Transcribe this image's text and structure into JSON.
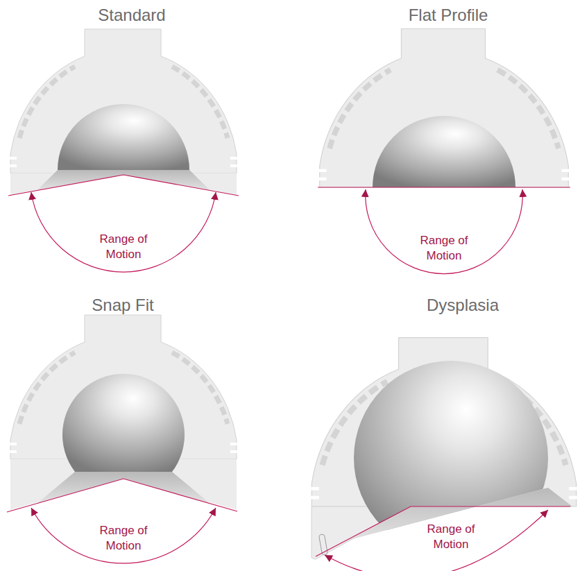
{
  "diagram": {
    "labels": [
      "Standard",
      "Flat Profile",
      "Range of Motion",
      "Range of Motion",
      "Snap Fit",
      "Dysplasia",
      "Range of Motion",
      "Range of Motion"
    ]
  }
}
